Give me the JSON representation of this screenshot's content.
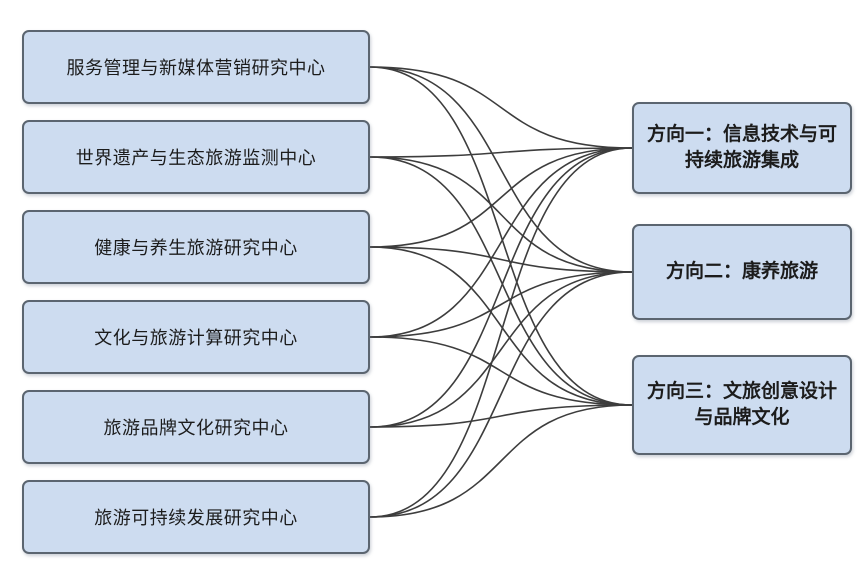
{
  "diagram": {
    "title": "research-centers-to-directions-mapping",
    "left_nodes": [
      {
        "id": "center-service-media",
        "label": "服务管理与新媒体营销研究中心"
      },
      {
        "id": "center-world-heritage",
        "label": "世界遗产与生态旅游监测中心"
      },
      {
        "id": "center-health-wellness",
        "label": "健康与养生旅游研究中心"
      },
      {
        "id": "center-culture-computing",
        "label": "文化与旅游计算研究中心"
      },
      {
        "id": "center-brand-culture",
        "label": "旅游品牌文化研究中心"
      },
      {
        "id": "center-sustainable-dev",
        "label": "旅游可持续发展研究中心"
      }
    ],
    "right_nodes": [
      {
        "id": "direction-1",
        "label": "方向一：信息技术与可持续旅游集成"
      },
      {
        "id": "direction-2",
        "label": "方向二：康养旅游"
      },
      {
        "id": "direction-3",
        "label": "方向三：文旅创意设计与品牌文化"
      }
    ],
    "edges": [
      {
        "from": "center-service-media",
        "to": "direction-1"
      },
      {
        "from": "center-service-media",
        "to": "direction-2"
      },
      {
        "from": "center-service-media",
        "to": "direction-3"
      },
      {
        "from": "center-world-heritage",
        "to": "direction-1"
      },
      {
        "from": "center-world-heritage",
        "to": "direction-2"
      },
      {
        "from": "center-world-heritage",
        "to": "direction-3"
      },
      {
        "from": "center-health-wellness",
        "to": "direction-1"
      },
      {
        "from": "center-health-wellness",
        "to": "direction-2"
      },
      {
        "from": "center-health-wellness",
        "to": "direction-3"
      },
      {
        "from": "center-culture-computing",
        "to": "direction-1"
      },
      {
        "from": "center-culture-computing",
        "to": "direction-2"
      },
      {
        "from": "center-culture-computing",
        "to": "direction-3"
      },
      {
        "from": "center-brand-culture",
        "to": "direction-1"
      },
      {
        "from": "center-brand-culture",
        "to": "direction-2"
      },
      {
        "from": "center-brand-culture",
        "to": "direction-3"
      },
      {
        "from": "center-sustainable-dev",
        "to": "direction-1"
      },
      {
        "from": "center-sustainable-dev",
        "to": "direction-2"
      },
      {
        "from": "center-sustainable-dev",
        "to": "direction-3"
      }
    ],
    "colors": {
      "node_fill": "#cddcf0",
      "node_border": "#5b6570",
      "edge": "#3d3d3d",
      "background": "#ffffff"
    }
  }
}
